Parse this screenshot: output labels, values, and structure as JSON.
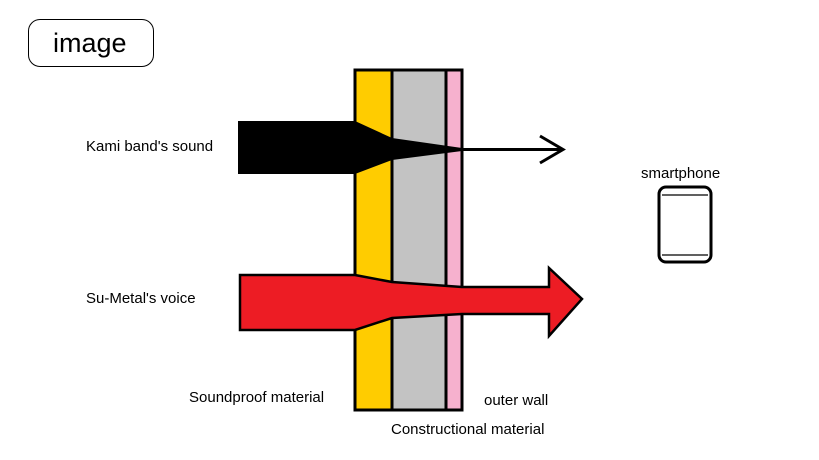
{
  "title": "image",
  "labels": {
    "kami_band": "Kami band's sound",
    "su_metal": "Su-Metal's voice",
    "smartphone": "smartphone",
    "soundproof": "Soundproof material",
    "constructional": "Constructional material",
    "outer_wall": "outer wall"
  },
  "colors": {
    "soundproof_layer": "#ffcc00",
    "constructional_layer": "#c3c3c3",
    "outer_wall_layer": "#f6b1ce",
    "kami_band_arrow": "#000000",
    "su_metal_arrow": "#ed1c24"
  }
}
